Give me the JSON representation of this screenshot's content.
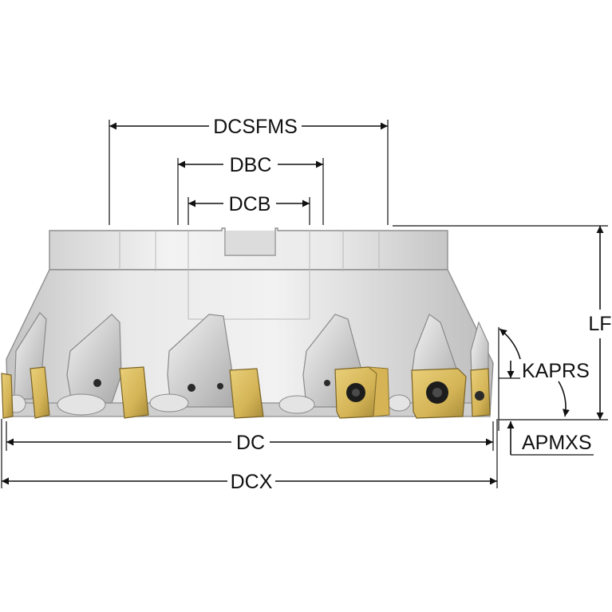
{
  "labels": {
    "dcsfms": "DCSFMS",
    "dbc": "DBC",
    "dcb": "DCB",
    "lf": "LF",
    "kaprs": "KAPRS",
    "apmxs": "APMXS",
    "dc": "DC",
    "dcx": "DCX"
  },
  "colors": {
    "body_light": "#ececec",
    "body_mid": "#d6d6d6",
    "body_dark": "#bdbdbd",
    "insert_gold": "#d9bb5e",
    "insert_dark": "#9c8134",
    "screw": "#2a2a2a",
    "dimension_ink": "#111111"
  },
  "icons": {
    "insert": "square-insert-with-torx-screw",
    "arrow": "dimension-arrowhead"
  }
}
